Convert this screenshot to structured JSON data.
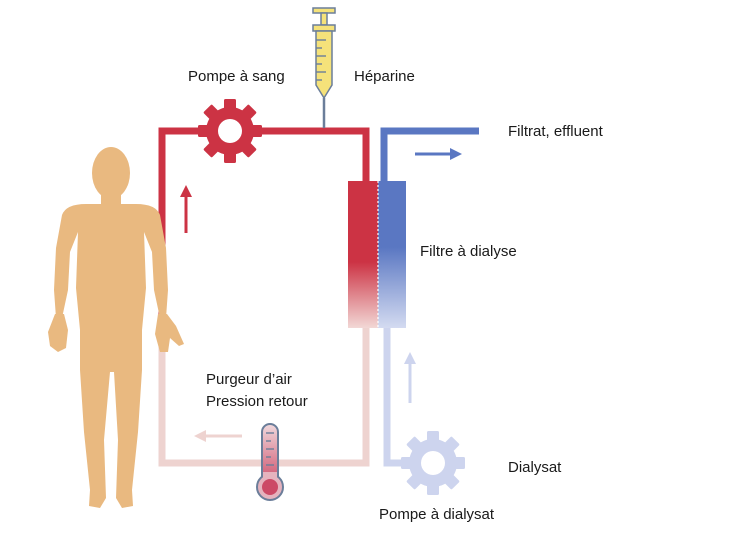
{
  "labels": {
    "blood_pump": "Pompe à sang",
    "heparin": "Héparine",
    "filtrate": "Filtrat, effluent",
    "dialysis_filter": "Filtre à dialyse",
    "air_trap": "Purgeur d’air",
    "return_pressure": "Pression retour",
    "dialysate": "Dialysat",
    "dialysate_pump": "Pompe à dialysat"
  },
  "colors": {
    "blood_arterial": "#cc3344",
    "blood_return": "#eed3d0",
    "dialysate_out": "#5a77c2",
    "dialysate_in": "#cdd4ee",
    "body": "#e9b980",
    "syringe": "#f5e27a"
  }
}
